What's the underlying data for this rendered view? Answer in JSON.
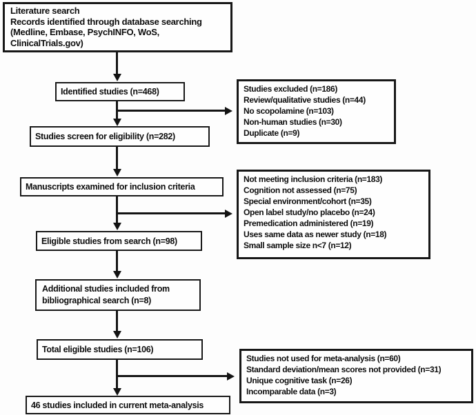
{
  "diagram_title": "Literature search flowchart",
  "colors": {
    "border": "#171717",
    "line": "#131313",
    "background": "#fdfdfd",
    "text": "#0d0d0d"
  },
  "boxes": {
    "literature": {
      "title": "Literature search",
      "lines": [
        "Records identified through database searching",
        "(Medline, Embase, PsychINFO, WoS,",
        "ClinicalTrials.gov)"
      ]
    },
    "identified": {
      "label": "Identified studies (n=468)"
    },
    "excluded": {
      "title": "Studies excluded (n=186)",
      "items": [
        "Review/qualitative studies (n=44)",
        "No scopolamine (n=103)",
        "Non-human studies (n=30)",
        "Duplicate (n=9)"
      ]
    },
    "screened": {
      "label": "Studies screen for eligibility (n=282)"
    },
    "manuscripts": {
      "label": "Manuscripts examined for inclusion criteria"
    },
    "not_meeting": {
      "title": "Not meeting inclusion criteria (n=183)",
      "items": [
        "Cognition not assessed (n=75)",
        "Special environment/cohort (n=35)",
        "Open label study/no placebo (n=24)",
        "Premedication administered (n=19)",
        "Uses same data as newer study (n=18)",
        "Small sample size n<7 (n=12)"
      ]
    },
    "eligible": {
      "label": "Eligible studies from search (n=98)"
    },
    "additional": {
      "lines": [
        "Additional studies included from",
        "bibliographical search (n=8)"
      ]
    },
    "total": {
      "label": "Total eligible studies (n=106)"
    },
    "not_used": {
      "title": "Studies not used for meta-analysis (n=60)",
      "items": [
        "Standard deviation/mean scores not provided (n=31)",
        "Unique cognitive task (n=26)",
        "Incomparable data (n=3)"
      ]
    },
    "final": {
      "label": "46 studies included in current meta-analysis"
    }
  }
}
